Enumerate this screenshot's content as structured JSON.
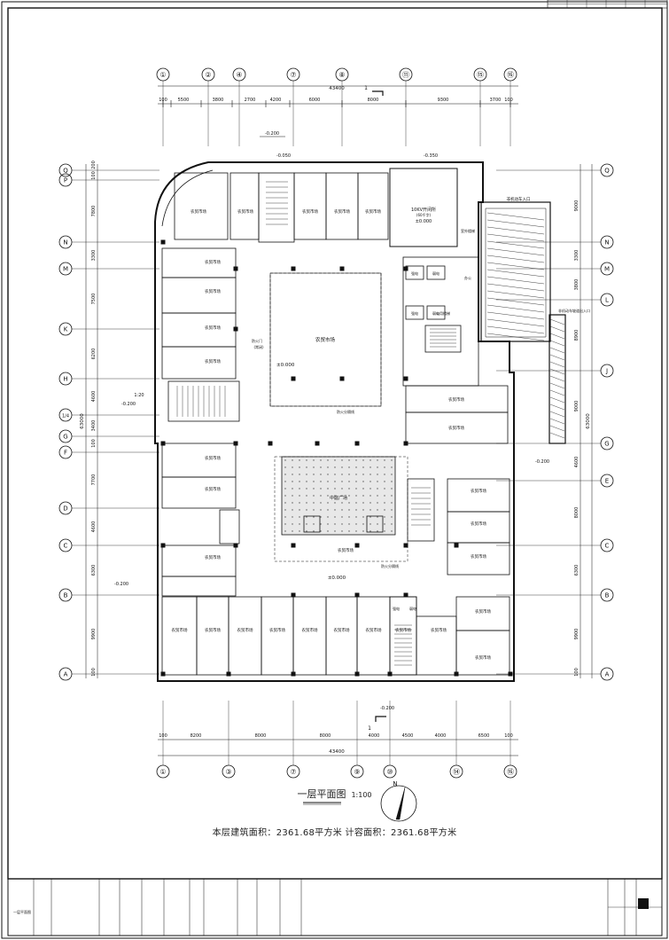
{
  "drawing": {
    "title": "一层平面图",
    "scale": "1:100",
    "area_text": "本层建筑面积：2361.68平方米  计容面积：2361.68平方米",
    "north_label": "N",
    "section_marker": "1"
  },
  "axes": {
    "top_labels": [
      "①",
      "②",
      "④",
      "⑦",
      "⑧",
      "⑪",
      "⑮",
      "⑯"
    ],
    "top_dims": [
      "100",
      "5500",
      "3800",
      "2700",
      "4200",
      "6000",
      "8000",
      "9300",
      "3700",
      "100"
    ],
    "top_total": "43400",
    "bottom_labels": [
      "①",
      "③",
      "⑦",
      "⑨",
      "⑩",
      "⑭",
      "⑯"
    ],
    "bottom_dims": [
      "100",
      "8200",
      "8000",
      "8000",
      "4000",
      "4500",
      "4000",
      "6500",
      "100"
    ],
    "bottom_total": "43400",
    "left_labels": [
      "Q",
      "P",
      "N",
      "M",
      "K",
      "H",
      "1/4",
      "G",
      "F",
      "D",
      "C",
      "B",
      "A"
    ],
    "left_dims": [
      "200",
      "100",
      "7800",
      "3300",
      "7500",
      "6200",
      "4600",
      "3400",
      "100",
      "7700",
      "4600",
      "6300",
      "9900",
      "100"
    ],
    "left_total": "63000",
    "right_labels": [
      "Q",
      "N",
      "M",
      "L",
      "J",
      "G",
      "E",
      "C",
      "B",
      "A"
    ],
    "right_dims": [
      "9000",
      "3300",
      "3800",
      "8900",
      "9000",
      "4600",
      "8000",
      "6300",
      "9900",
      "100"
    ],
    "right_total": "63000"
  },
  "levels": {
    "main": "±0.000",
    "top_left": "-0.200",
    "top_mid": "-0.050",
    "top_right": "-0.350",
    "left_mid": "-0.200",
    "left_low": "-0.200",
    "right_mid": "-0.200",
    "bottom": "-0.200"
  },
  "rooms": {
    "shop": "农贸市场",
    "central": "农贸市场",
    "transformer": "10KV开闭所",
    "transformer_sub": "(60千字)",
    "courtyard": "中庭广场",
    "elec": "强电",
    "weak": "弱电",
    "stair": "楼梯间",
    "lobby": "公用楼梯",
    "fire_door": "防火门",
    "fire_door_sub": "(常闭)",
    "fire_shutter": "防火分隔线",
    "ramp_top": "非机动车入口",
    "ramp_right": "非机动车坡道出入口",
    "office": "办公",
    "exterior": "室外楼梯"
  },
  "labels": {
    "scale_mark": "1:20"
  }
}
